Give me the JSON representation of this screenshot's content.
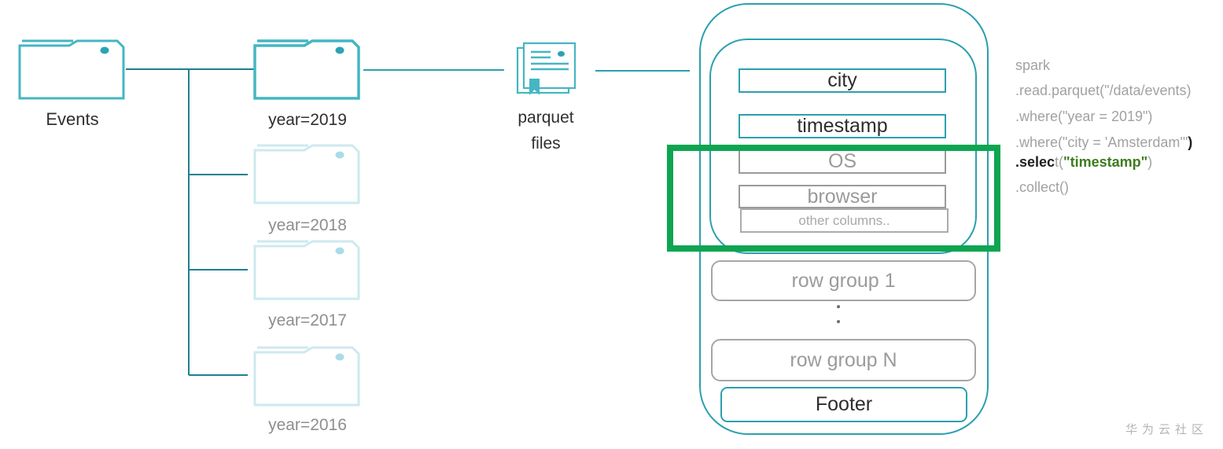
{
  "colors": {
    "folder_teal": "#45b6c2",
    "folder_dot": "#2aa3b5",
    "folder_pale": "#cdeaef",
    "folder_pale_dot": "#a9dce6",
    "connector_teal": "#1f808e",
    "container_teal": "#2ba0af",
    "highlight_green": "#0ea551",
    "code_green": "#3e7c1e"
  },
  "tree": {
    "root": {
      "label": "Events"
    },
    "children": [
      {
        "label": "year=2019"
      },
      {
        "label": "year=2018"
      },
      {
        "label": "year=2017"
      },
      {
        "label": "year=2016"
      }
    ]
  },
  "parquet_files": {
    "line1": "parquet",
    "line2": "files"
  },
  "file_layout": {
    "columns": [
      {
        "label": "city"
      },
      {
        "label": "timestamp"
      },
      {
        "label": "OS"
      },
      {
        "label": "browser"
      },
      {
        "label": "other columns.."
      }
    ],
    "row_group_first": "row group 1",
    "row_group_last": "row group N",
    "footer": "Footer"
  },
  "code": {
    "line1": "spark",
    "line2": ".read.parquet(\"/data/events)",
    "line3": ".where(\"year = 2019\")",
    "line4_text": ".where(\"city = 'Amsterdam'\"",
    "line4_bold_paren": ")",
    "line5_bold_prefix": ".selec",
    "line5_mid": "t(",
    "line5_green_arg": "\"timestamp\"",
    "line5_close": ")",
    "line6": ".collect()"
  },
  "watermark": "华为云社区"
}
